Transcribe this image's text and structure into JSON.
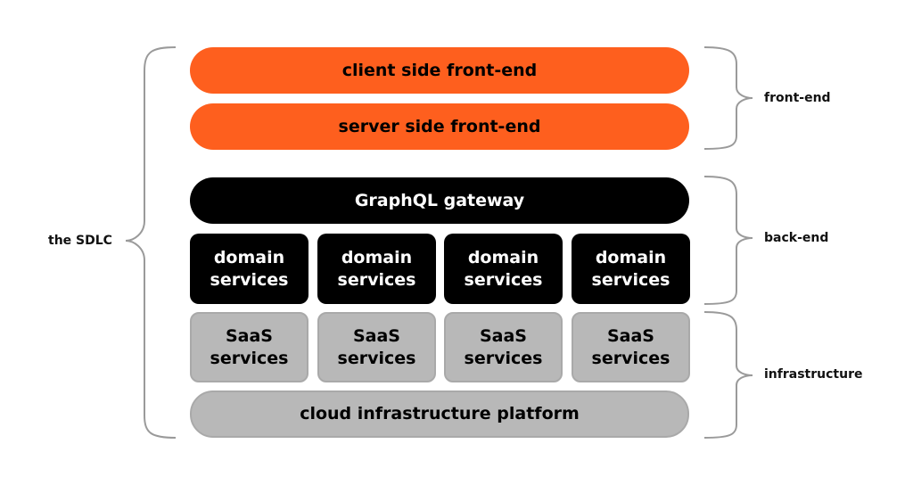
{
  "layers": {
    "client_side": "client side front-end",
    "server_side": "server side front-end",
    "gateway": "GraphQL gateway",
    "domain_services": [
      "domain\nservices",
      "domain\nservices",
      "domain\nservices",
      "domain\nservices"
    ],
    "saas_services": [
      "SaaS\nservices",
      "SaaS\nservices",
      "SaaS\nservices",
      "SaaS\nservices"
    ],
    "cloud_platform": "cloud infrastructure platform"
  },
  "groups": {
    "sdlc": "the SDLC",
    "front_end": "front-end",
    "back_end": "back-end",
    "infrastructure": "infrastructure"
  },
  "colors": {
    "front_end": "#fe5f1e",
    "back_end": "#000000",
    "infrastructure": "#b8b8b8"
  }
}
